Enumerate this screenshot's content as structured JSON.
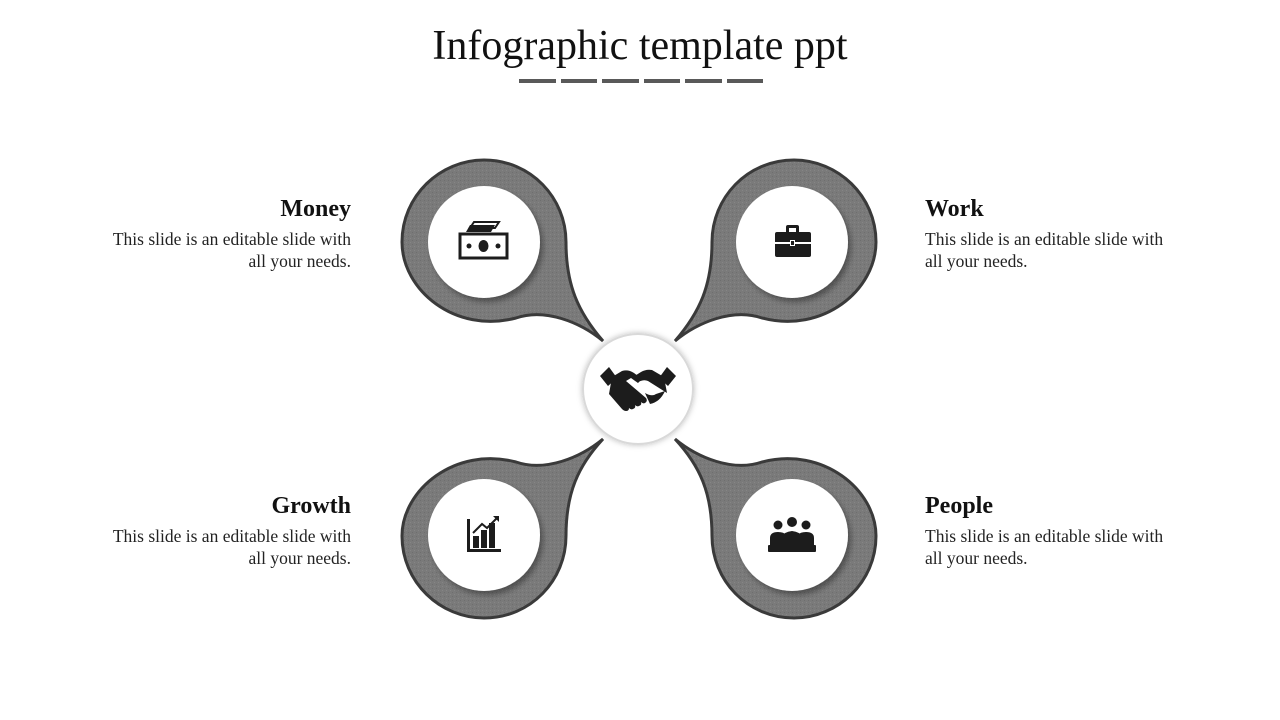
{
  "slide": {
    "title": "Infographic template ppt"
  },
  "center": {
    "icon": "handshake-icon"
  },
  "items": [
    {
      "id": "money",
      "title": "Money",
      "text": "This slide is an editable slide with all your needs.",
      "icon": "money-icon"
    },
    {
      "id": "work",
      "title": "Work",
      "text": "This slide is an editable slide with all your needs.",
      "icon": "briefcase-icon"
    },
    {
      "id": "growth",
      "title": "Growth",
      "text": "This slide is an editable slide with all your needs.",
      "icon": "bar-chart-icon"
    },
    {
      "id": "people",
      "title": "People",
      "text": "This slide is an editable slide with all your needs.",
      "icon": "people-icon"
    }
  ],
  "colors": {
    "petal_fill": "#7a7a7a",
    "petal_stroke": "#3a3a3a",
    "icon": "#1c1c1c",
    "disc": "#ffffff"
  }
}
